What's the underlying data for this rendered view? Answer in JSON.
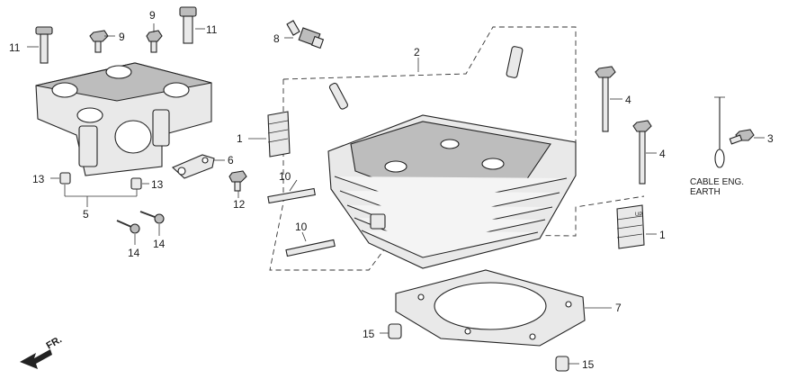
{
  "callouts": {
    "c1a": "1",
    "c1b": "1",
    "c2": "2",
    "c3": "3",
    "c4a": "4",
    "c4b": "4",
    "c5": "5",
    "c6": "6",
    "c7": "7",
    "c8": "8",
    "c9a": "9",
    "c9b": "9",
    "c10a": "10",
    "c10b": "10",
    "c11a": "11",
    "c11b": "11",
    "c12": "12",
    "c13a": "13",
    "c13b": "13",
    "c14a": "14",
    "c14b": "14",
    "c15a": "15",
    "c15b": "15"
  },
  "notes": {
    "cable_line1": "CABLE ENG.",
    "cable_line2": "EARTH",
    "front": "FR.",
    "up_mark": "UP"
  }
}
